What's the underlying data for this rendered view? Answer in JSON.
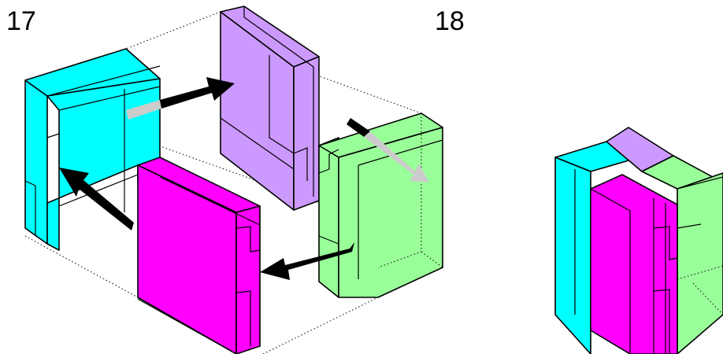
{
  "steps": [
    {
      "label": "17"
    },
    {
      "label": "18"
    }
  ],
  "colors": {
    "cyan": "#00ffff",
    "cyan_dark": "#00e0e0",
    "purple": "#cc99ff",
    "purple_dark": "#b886f0",
    "green": "#99ff99",
    "green_dark": "#86ee86",
    "magenta": "#ff00ff",
    "magenta_dark": "#e600e6",
    "arrow_black": "#000000",
    "arrow_gray": "#cccccc"
  },
  "pieces": [
    "cyan-piece",
    "purple-piece",
    "green-piece",
    "magenta-piece"
  ],
  "arrows": [
    "cyan-to-purple",
    "purple-to-green",
    "green-to-magenta",
    "magenta-to-cyan"
  ]
}
